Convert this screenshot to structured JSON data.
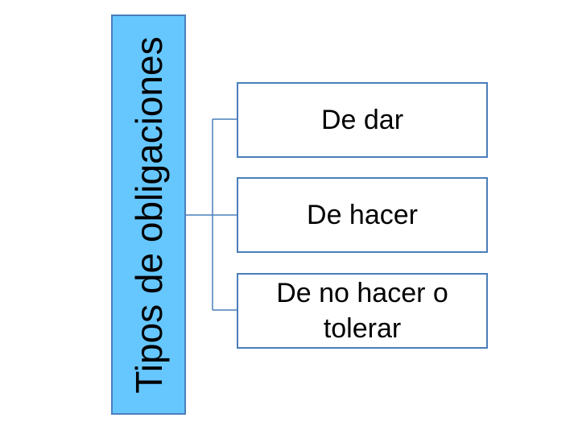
{
  "diagram": {
    "root": {
      "label": "Tipos de obligaciones"
    },
    "children": [
      {
        "label": "De dar"
      },
      {
        "label": "De hacer"
      },
      {
        "label": "De no hacer o tolerar"
      }
    ],
    "colors": {
      "root_fill": "#66c7ff",
      "border": "#4a7ebb",
      "child_fill": "#ffffff"
    }
  }
}
